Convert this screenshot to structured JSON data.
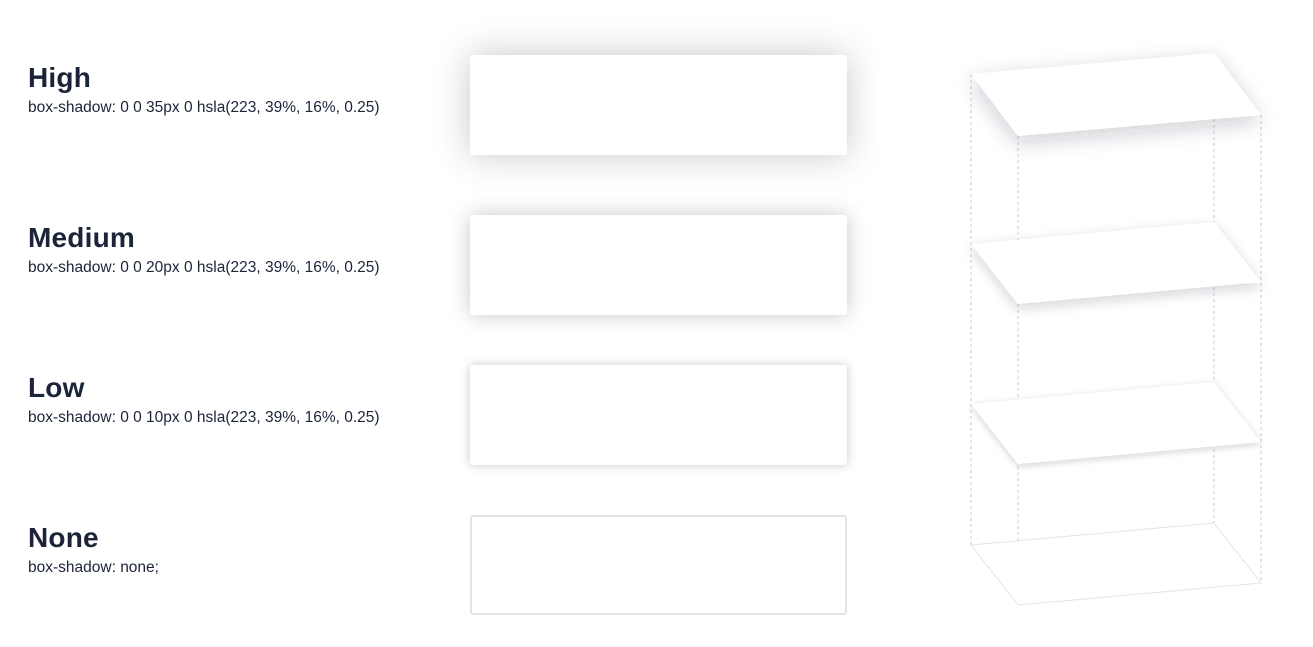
{
  "levels": [
    {
      "key": "high",
      "title": "High",
      "description": "box-shadow: 0 0 35px 0 hsla(223, 39%, 16%, 0.25)"
    },
    {
      "key": "medium",
      "title": "Medium",
      "description": "box-shadow: 0 0 20px 0 hsla(223, 39%, 16%, 0.25)"
    },
    {
      "key": "low",
      "title": "Low",
      "description": "box-shadow: 0 0 10px 0 hsla(223, 39%, 16%, 0.25)"
    },
    {
      "key": "none",
      "title": "None",
      "description": "box-shadow: none;"
    }
  ],
  "colors": {
    "text": "#1b2438",
    "card_background": "#ffffff",
    "none_border": "#e3e4e8",
    "guide_line": "#c7c9d0"
  }
}
